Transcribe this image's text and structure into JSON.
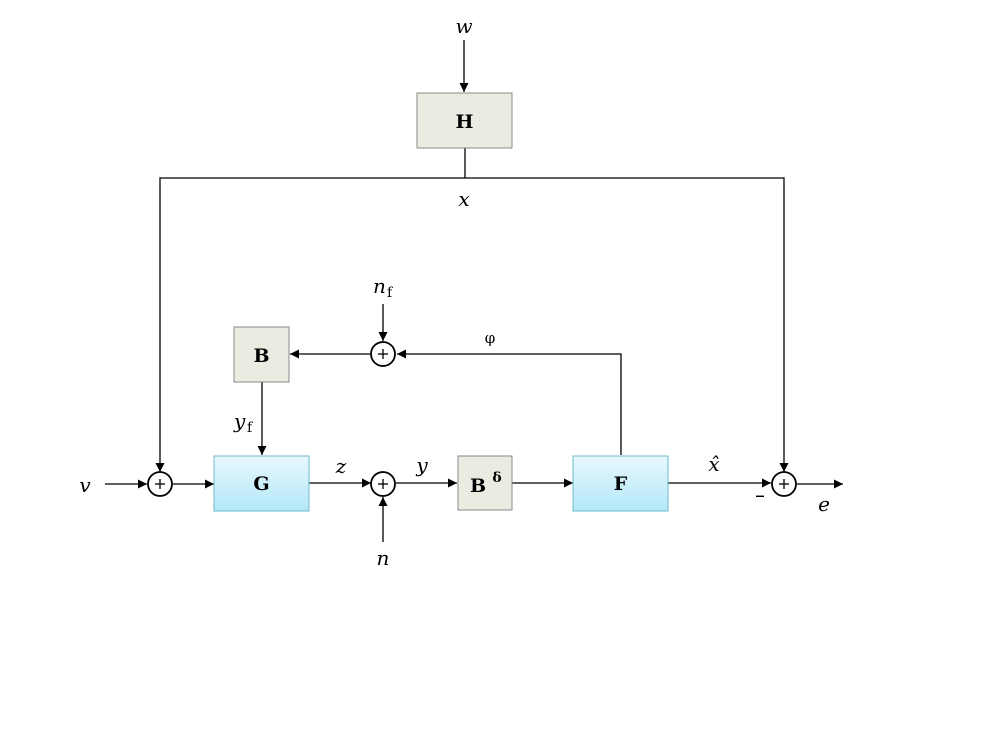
{
  "blocks": {
    "H": "H",
    "B": "B",
    "G": "G",
    "B_delta_base": "B",
    "B_delta_sup": "δ",
    "F": "F"
  },
  "signals": {
    "w": "w",
    "x": "x",
    "n_f_base": "n",
    "n_f_sub": "f",
    "phi": "φ",
    "y_f_base": "y",
    "y_f_sub": "f",
    "v": "v",
    "z": "z",
    "y": "y",
    "n": "n",
    "x_hat": "x̂",
    "e": "e",
    "minus_sign": "–"
  },
  "colors": {
    "grey_block_fill": "#ecebe2",
    "blue_block_top": "#e6f8fd",
    "blue_block_bottom": "#b4e8f8"
  }
}
